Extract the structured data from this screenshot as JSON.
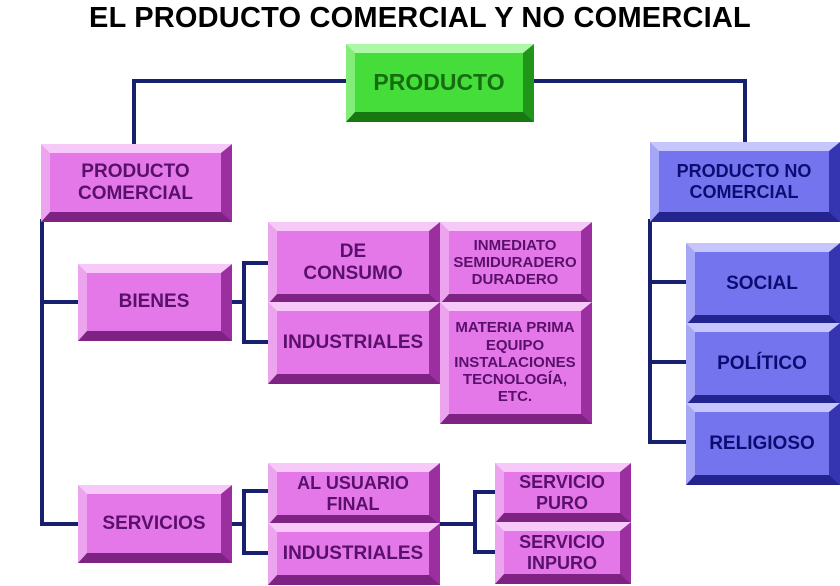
{
  "title": "EL PRODUCTO COMERCIAL Y NO COMERCIAL",
  "colors": {
    "connector": "#16206e",
    "pink": "#e478e8",
    "green": "#44dd3a",
    "blue": "#7474ee"
  },
  "nodes": {
    "root": "PRODUCTO",
    "comercial": "PRODUCTO\nCOMERCIAL",
    "no_comercial": "PRODUCTO NO\nCOMERCIAL",
    "bienes": "BIENES",
    "servicios": "SERVICIOS",
    "consumo": "DE\nCONSUMO",
    "industriales_bienes": "INDUSTRIALES",
    "consumo_tipos": "INMEDIATO\nSEMIDURADERO\nDURADERO",
    "industriales_tipos": "MATERIA PRIMA\nEQUIPO\nINSTALACIONES\nTECNOLOGÍA,\nETC.",
    "usuario_final": "AL USUARIO\nFINAL",
    "industriales_servicios": "INDUSTRIALES",
    "servicio_puro": "SERVICIO\nPURO",
    "servicio_inpuro": "SERVICIO\nINPURO",
    "social": "SOCIAL",
    "politico": "POLÍTICO",
    "religioso": "RELIGIOSO"
  }
}
